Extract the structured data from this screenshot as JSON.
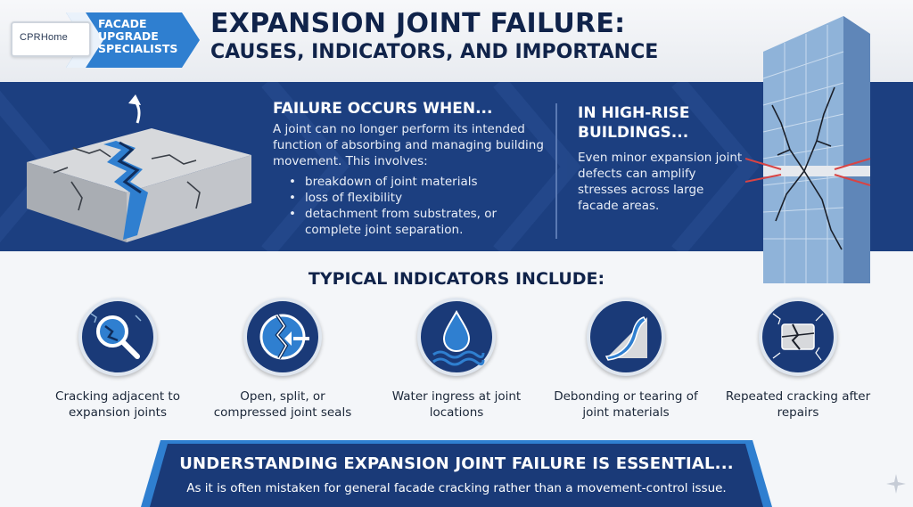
{
  "brand": {
    "name": "CPRHome",
    "tagline_lines": [
      "FACADE",
      "UPGRADE",
      "SPECIALISTS"
    ]
  },
  "header": {
    "title": "EXPANSION JOINT FAILURE:",
    "subtitle": "CAUSES, INDICATORS, AND IMPORTANCE"
  },
  "failure": {
    "heading": "FAILURE OCCURS WHEN...",
    "body": "A joint can no longer perform its intended function of absorbing and managing building movement. This involves:",
    "items": [
      "breakdown of joint materials",
      "loss of flexibility",
      "detachment from substrates, or complete joint separation."
    ]
  },
  "high_rise": {
    "heading": "IN HIGH-RISE BUILDINGS...",
    "body": "Even minor expansion joint defects can amplify stresses across large facade areas."
  },
  "indicators": {
    "heading": "TYPICAL INDICATORS INCLUDE:",
    "items": [
      {
        "icon": "magnifier-crack-icon",
        "label": "Cracking adjacent to expansion joints"
      },
      {
        "icon": "split-seal-icon",
        "label": "Open, split, or compressed joint seals"
      },
      {
        "icon": "water-drop-icon",
        "label": "Water ingress at joint locations"
      },
      {
        "icon": "debonding-icon",
        "label": "Debonding or tearing of joint materials"
      },
      {
        "icon": "cracked-block-icon",
        "label": "Repeated cracking after repairs"
      }
    ]
  },
  "banner": {
    "title": "UNDERSTANDING EXPANSION JOINT FAILURE IS ESSENTIAL...",
    "subtitle": "As it is often mistaken for general facade cracking rather than a movement-control issue."
  },
  "colors": {
    "navy": "#10234a",
    "band_blue": "#1c3f80",
    "accent_blue": "#2f7fd0",
    "light_bg": "#f4f6f9"
  }
}
